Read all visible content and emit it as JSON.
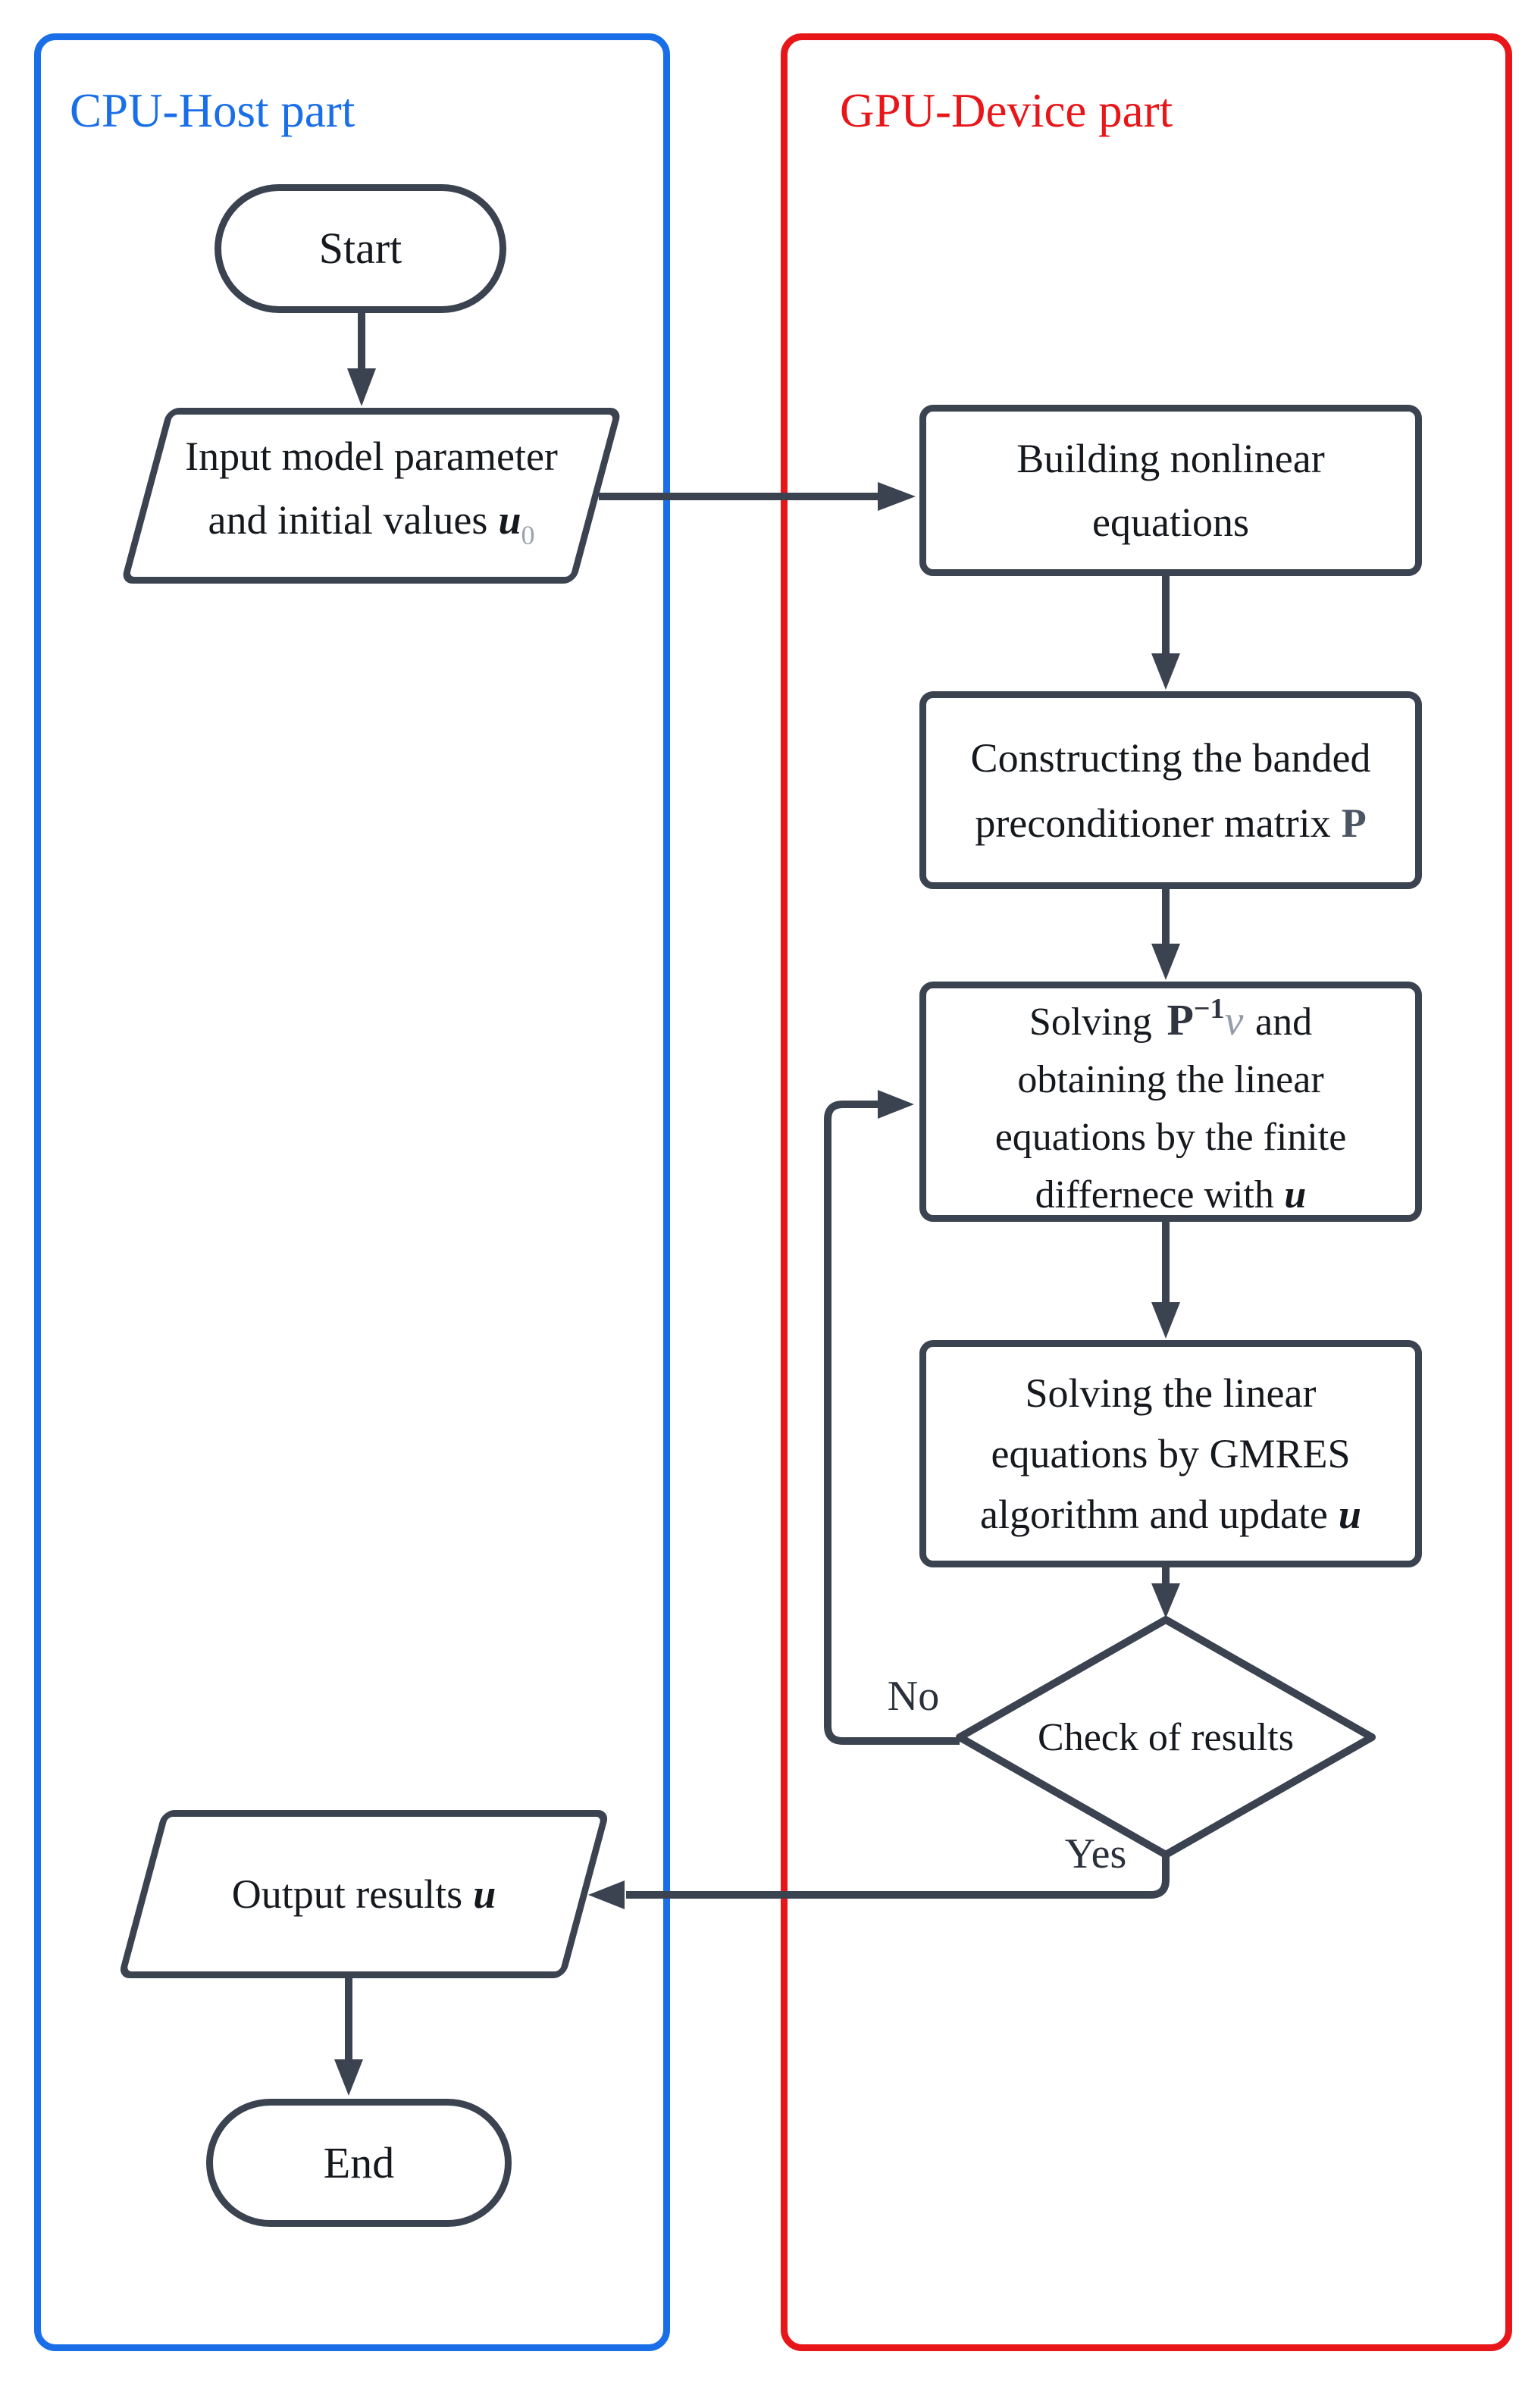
{
  "colors": {
    "cpu_accent": "#1a6fe8",
    "gpu_accent": "#e81519",
    "shape_line": "#3b4350",
    "text": "#15181d"
  },
  "sections": {
    "cpu": {
      "label": "CPU-Host part"
    },
    "gpu": {
      "label": "GPU-Device part"
    }
  },
  "nodes": {
    "start": {
      "label": "Start"
    },
    "input": {
      "line1": "Input model parameter",
      "line2_prefix": "and initial values",
      "u": "u",
      "u_sub": "0"
    },
    "building": {
      "line1": "Building nonlinear",
      "line2": "equations"
    },
    "constructing": {
      "line1": "Constructing the banded",
      "line2_prefix": "preconditioner matrix",
      "p": "P"
    },
    "solving": {
      "l1_prefix": "Solving",
      "p": "P",
      "p_sup": "−1",
      "v": "v",
      "l1_suffix": "and",
      "line2": "obtaining the linear",
      "line3": "equations by the finite",
      "line4_prefix": "differnece with",
      "u": "u"
    },
    "gmres": {
      "line1": "Solving the linear",
      "line2": "equations by GMRES",
      "line3_prefix": "algorithm and update",
      "u": "u"
    },
    "decision": {
      "label": "Check of results"
    },
    "output": {
      "prefix": "Output results",
      "u": "u"
    },
    "end": {
      "label": "End"
    }
  },
  "edges": {
    "no_label": "No",
    "yes_label": "Yes"
  }
}
